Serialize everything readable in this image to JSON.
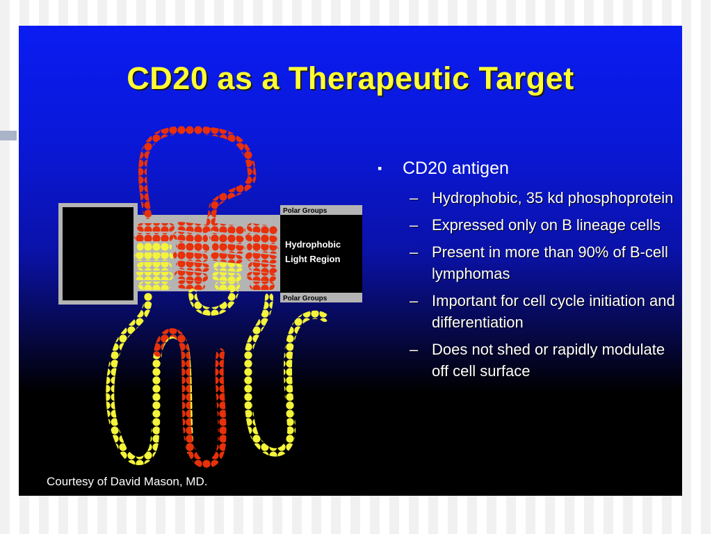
{
  "slide": {
    "title": "CD20 as a Therapeutic Target",
    "courtesy": "Courtesy of David Mason, MD.",
    "bullet": {
      "marker": "▪",
      "text": "CD20 antigen",
      "subitems": [
        {
          "dash": "–",
          "text": "Hydrophobic, 35 kd phosphoprotein"
        },
        {
          "dash": "–",
          "text": "Expressed only on B lineage cells"
        },
        {
          "dash": "–",
          "text": "Present in more than 90% of B-cell lymphomas"
        },
        {
          "dash": "–",
          "text": "Important for cell cycle initiation and differentiation"
        },
        {
          "dash": "–",
          "text": "Does not shed or rapidly modulate off cell surface"
        }
      ]
    }
  },
  "diagram": {
    "polar_top": "Polar Groups",
    "hydrophobic_line1": "Hydrophobic",
    "hydrophobic_line2": "Light Region",
    "polar_bottom": "Polar Groups"
  },
  "colors": {
    "title": "#ffff33",
    "loop_red": "#e8300a",
    "loop_yellow": "#f4f43a",
    "membrane": "#b4b4b4"
  }
}
